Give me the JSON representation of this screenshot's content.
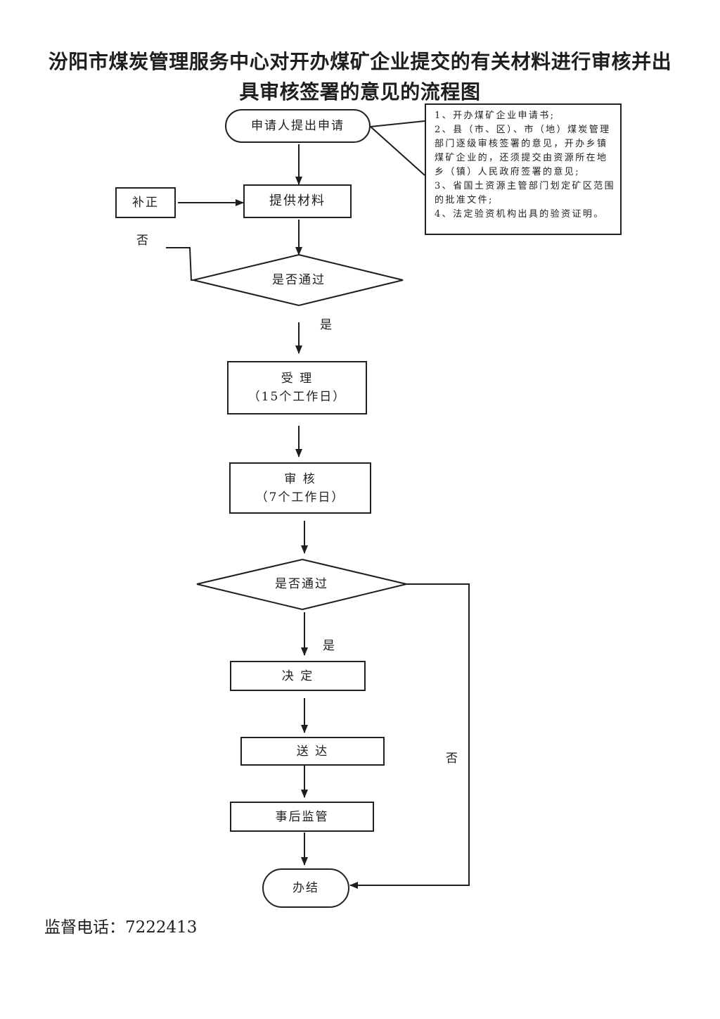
{
  "title": {
    "line1": "汾阳市煤炭管理服务中心对开办煤矿企业提交的有关材料进行审核并出",
    "line2": "具审核签署的意见的流程图"
  },
  "nodes": {
    "apply": "申请人提出申请",
    "materials": "提供材料",
    "correction": "补正",
    "check1": "是否通过",
    "accept": {
      "label": "受 理",
      "days": "（15个工作日）"
    },
    "review": {
      "label": "审 核",
      "days": "（7个工作日）"
    },
    "check2": "是否通过",
    "decision": "决 定",
    "deliver": "送 达",
    "supervise": "事后监管",
    "finish": "办结"
  },
  "edge_labels": {
    "check1_no": "否",
    "check1_yes": "是",
    "check2_yes": "是",
    "check2_no": "否"
  },
  "requirements": [
    "1、开办煤矿企业申请书;",
    "2、县（市、区）、市（地）煤炭管理部门逐级审核签署的意见，开办乡镇煤矿企业的，还须提交由资源所在地乡（镇）人民政府签署的意见;",
    "3、省国土资源主管部门划定矿区范围的批准文件;",
    "4、法定验资机构出具的验资证明。"
  ],
  "footer": "监督电话：7222413"
}
